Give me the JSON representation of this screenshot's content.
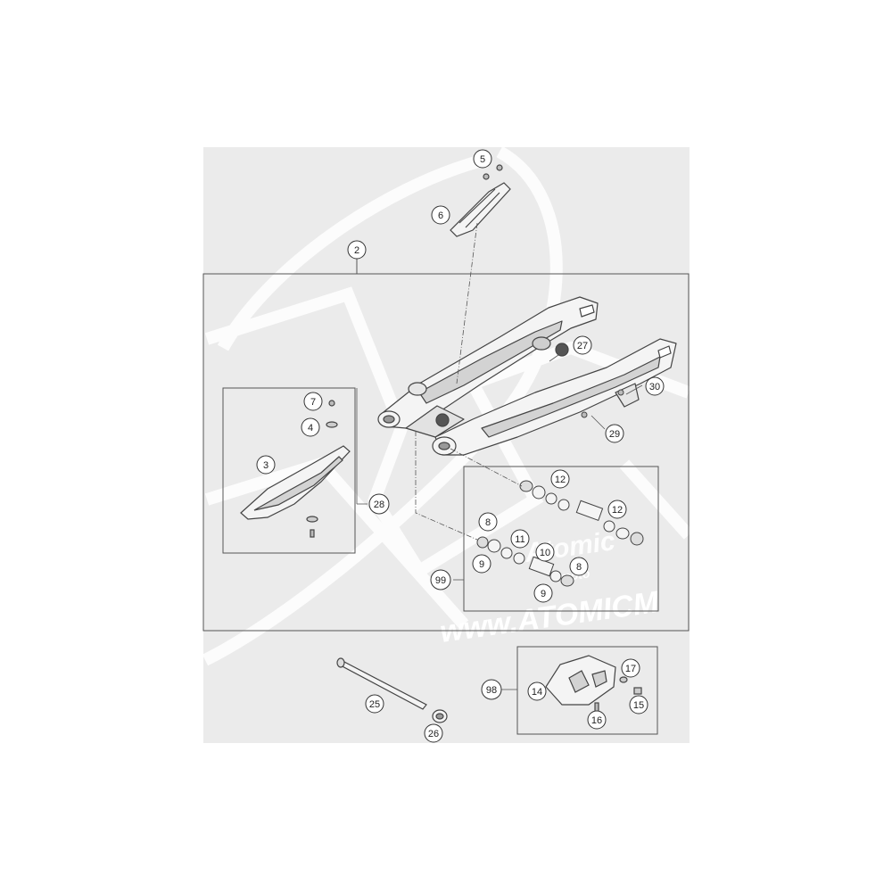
{
  "colors": {
    "background": "#ebebeb",
    "page": "#ffffff",
    "line": "#4a4a4a",
    "part_fill": "#f4f4f4",
    "part_shade": "#c9c9c9",
    "watermark": "#d6d6d6"
  },
  "watermark": {
    "brand": "Atomic",
    "moto": "moto",
    "url": "www.ATOMICM"
  },
  "callouts": {
    "c2": "2",
    "c3": "3",
    "c4": "4",
    "c5": "5",
    "c6": "6",
    "c7": "7",
    "c8a": "8",
    "c8b": "8",
    "c9a": "9",
    "c9b": "9",
    "c10": "10",
    "c11": "11",
    "c12a": "12",
    "c12b": "12",
    "c14": "14",
    "c15": "15",
    "c16": "16",
    "c17": "17",
    "c25": "25",
    "c26": "26",
    "c27": "27",
    "c28": "28",
    "c29": "29",
    "c30": "30",
    "c98": "98",
    "c99": "99"
  },
  "icons": {
    "swingarm": "swingarm-assembly-icon",
    "chain-slider": "chain-slider-icon",
    "chain-guide": "chain-guide-icon",
    "axle": "pivot-axle-icon"
  }
}
